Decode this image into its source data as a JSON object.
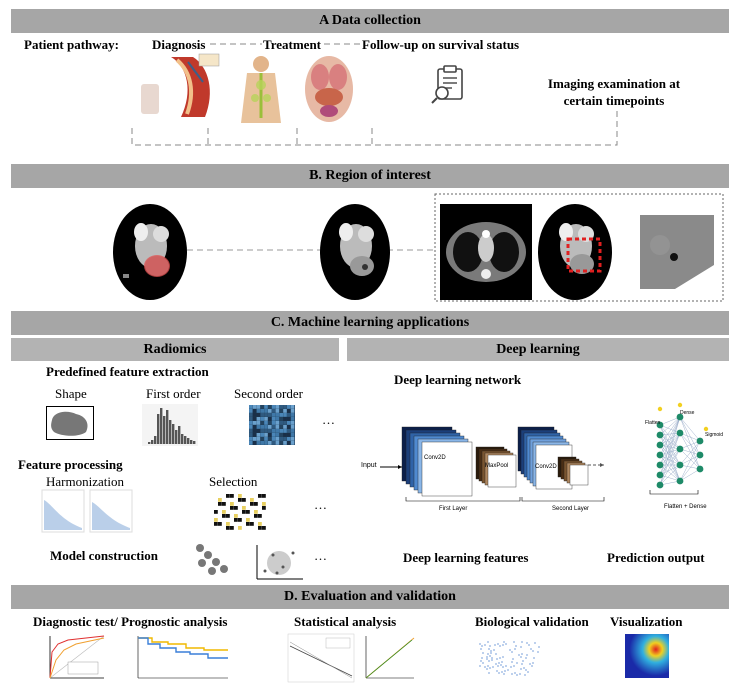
{
  "sections": {
    "a": "A Data collection",
    "b": "B. Region of interest",
    "c": "C. Machine learning applications",
    "d": "D. Evaluation and validation"
  },
  "data_collection": {
    "pathway_label": "Patient pathway:",
    "diagnosis": "Diagnosis",
    "treatment": "Treatment",
    "followup": "Follow-up on survival status",
    "imaging_line1": "Imaging examination at",
    "imaging_line2": "certain timepoints"
  },
  "radiomics": {
    "header": "Radiomics",
    "predefined": "Predefined feature extraction",
    "shape": "Shape",
    "first_order": "First order",
    "second_order": "Second order",
    "ellipsis": "…",
    "processing": "Feature processing",
    "harmonization": "Harmonization",
    "selection": "Selection",
    "model": "Model construction"
  },
  "deep_learning": {
    "header": "Deep learning",
    "network": "Deep learning network",
    "input": "Input",
    "conv1": "Conv2D",
    "maxpool": "MaxPool",
    "conv2": "Conv2D",
    "first_layer": "First Layer",
    "second_layer": "Second Layer",
    "flatten_dense": "Flatten + Dense",
    "flatten": "Flatten",
    "dense": "Dense",
    "sigmoid": "Sigmoid",
    "features": "Deep learning features",
    "prediction": "Prediction output"
  },
  "evaluation": {
    "diagnostic": "Diagnostic test/ Prognostic analysis",
    "statistical": "Statistical analysis",
    "biological": "Biological validation",
    "visualization": "Visualization"
  },
  "colors": {
    "section_bar": "#a6a6a6",
    "sub_bar": "#b3b3b3",
    "roi_red": "#e05050",
    "crop_red": "#e02020"
  }
}
